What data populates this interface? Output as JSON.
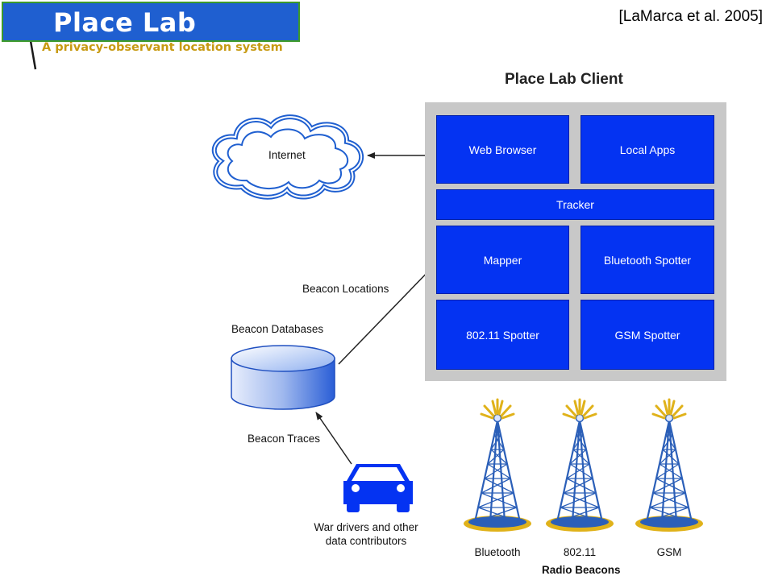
{
  "header": {
    "logo_title": "Place Lab",
    "logo_tagline": "A privacy-observant location system",
    "citation": "[LaMarca et al. 2005]"
  },
  "diagram": {
    "client_title": "Place Lab Client",
    "modules": {
      "web_browser": "Web Browser",
      "local_apps": "Local Apps",
      "tracker": "Tracker",
      "mapper": "Mapper",
      "bluetooth_spotter": "Bluetooth Spotter",
      "wifi_spotter": "802.11 Spotter",
      "gsm_spotter": "GSM Spotter"
    },
    "internet_label": "Internet",
    "beacon_locations_label": "Beacon Locations",
    "beacon_databases_label": "Beacon Databases",
    "beacon_traces_label": "Beacon Traces",
    "contributors_label_line1": "War drivers and other",
    "contributors_label_line2": "data contributors",
    "radio_beacons": {
      "title": "Radio Beacons",
      "towers": [
        "Bluetooth",
        "802.11",
        "GSM"
      ]
    }
  },
  "colors": {
    "module_blue": "#0433f2",
    "frame_gray": "#c8c8c8",
    "logo_blue": "#1f5fd0",
    "logo_gold": "#c79a12",
    "cloud_outline": "#1f5fd0",
    "tower_blue": "#2b5fb8",
    "tower_gold": "#e0b21a"
  }
}
